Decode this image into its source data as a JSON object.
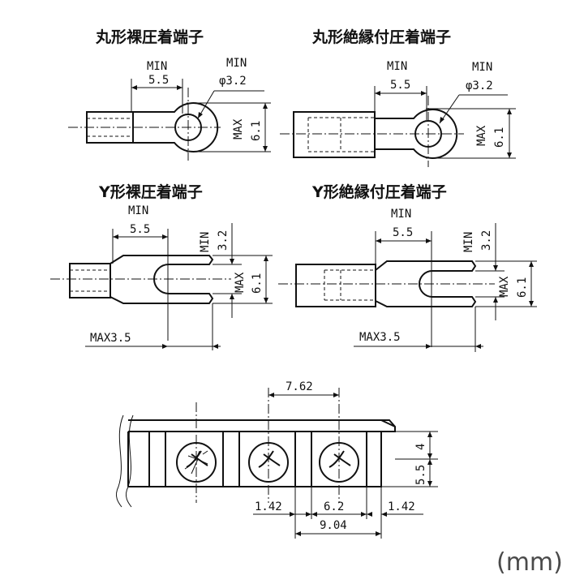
{
  "diagrams": {
    "ring_bare": {
      "title": "丸形裸圧着端子",
      "min_label": "MIN",
      "width": "5.5",
      "hole_min": "MIN",
      "hole": "φ3.2",
      "max_label": "MAX",
      "max_val": "6.1"
    },
    "ring_insulated": {
      "title": "丸形絶縁付圧着端子",
      "min_label": "MIN",
      "width": "5.5",
      "hole_min": "MIN",
      "hole": "φ3.2",
      "max_label": "MAX",
      "max_val": "6.1"
    },
    "y_bare": {
      "title": "Y形裸圧着端子",
      "min_label": "MIN",
      "width": "5.5",
      "slot_min": "MIN",
      "slot": "3.2",
      "max_label": "MAX",
      "max_val": "6.1",
      "bottom": "MAX3.5"
    },
    "y_insulated": {
      "title": "Y形絶縁付圧着端子",
      "min_label": "MIN",
      "width": "5.5",
      "slot_min": "MIN",
      "slot": "3.2",
      "max_label": "MAX",
      "max_val": "6.1",
      "bottom": "MAX3.5"
    },
    "block": {
      "pitch": "7.62",
      "height_top": "4",
      "height_side": "5.5",
      "left": "1.42",
      "middle": "6.2",
      "right": "1.42",
      "total": "9.04"
    }
  },
  "unit_label": "(mm)"
}
